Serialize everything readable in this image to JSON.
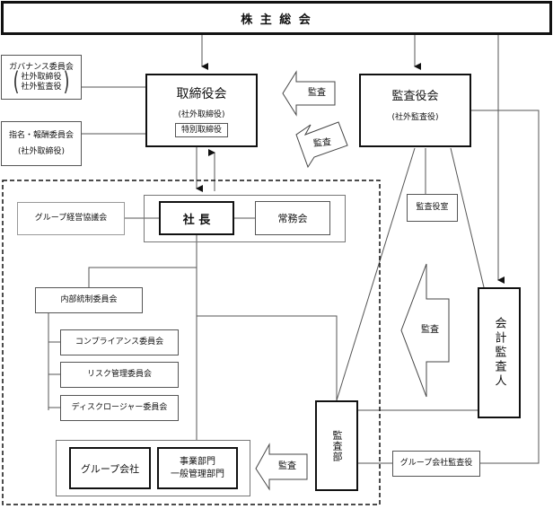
{
  "title": "株 主 総 会",
  "board": {
    "name": "取締役会",
    "sub": "(社外取締役)",
    "special": "特別取締役"
  },
  "governance_committee": {
    "name": "ガバナンス委員会",
    "members": [
      "社外取締役",
      "社外監査役"
    ]
  },
  "nomination_committee": {
    "name": "指名・報酬委員会",
    "sub": "(社外取締役)"
  },
  "auditors_board": {
    "name": "監査役会",
    "sub": "(社外監査役)"
  },
  "auditors_office": "監査役室",
  "accounting_auditor": "会計監査人",
  "president": "社 長",
  "group_council": "グループ経営協議会",
  "executive_committee": "常務会",
  "internal_control_committee": "内部統制委員会",
  "sub_committees": [
    "コンプライアンス委員会",
    "リスク管理委員会",
    "ディスクロージャー委員会"
  ],
  "group_companies": "グループ会社",
  "departments": [
    "事業部門",
    "一般管理部門"
  ],
  "audit_department": "監査部",
  "group_company_auditors": "グループ会社監査役",
  "audit_arrow_label": "監査",
  "audit_arrows": [
    "監査",
    "監査",
    "監査",
    "監査"
  ]
}
